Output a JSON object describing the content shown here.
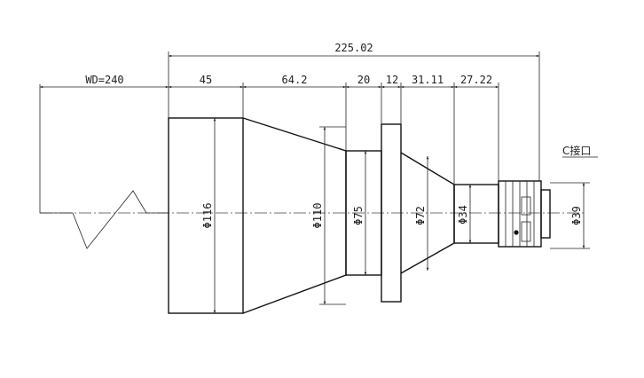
{
  "drawing": {
    "overall_length": "225.02",
    "segments": {
      "working_distance": "WD=240",
      "seg_45": "45",
      "seg_64_2": "64.2",
      "seg_20": "20",
      "seg_12": "12",
      "seg_31_11": "31.11",
      "seg_27_22": "27.22"
    },
    "diameters": {
      "d116": "Φ116",
      "d110": "Φ110",
      "d75": "Φ75",
      "d72": "Φ72",
      "d34": "Φ34",
      "d39": "Φ39"
    },
    "mount_label": "C接口"
  }
}
